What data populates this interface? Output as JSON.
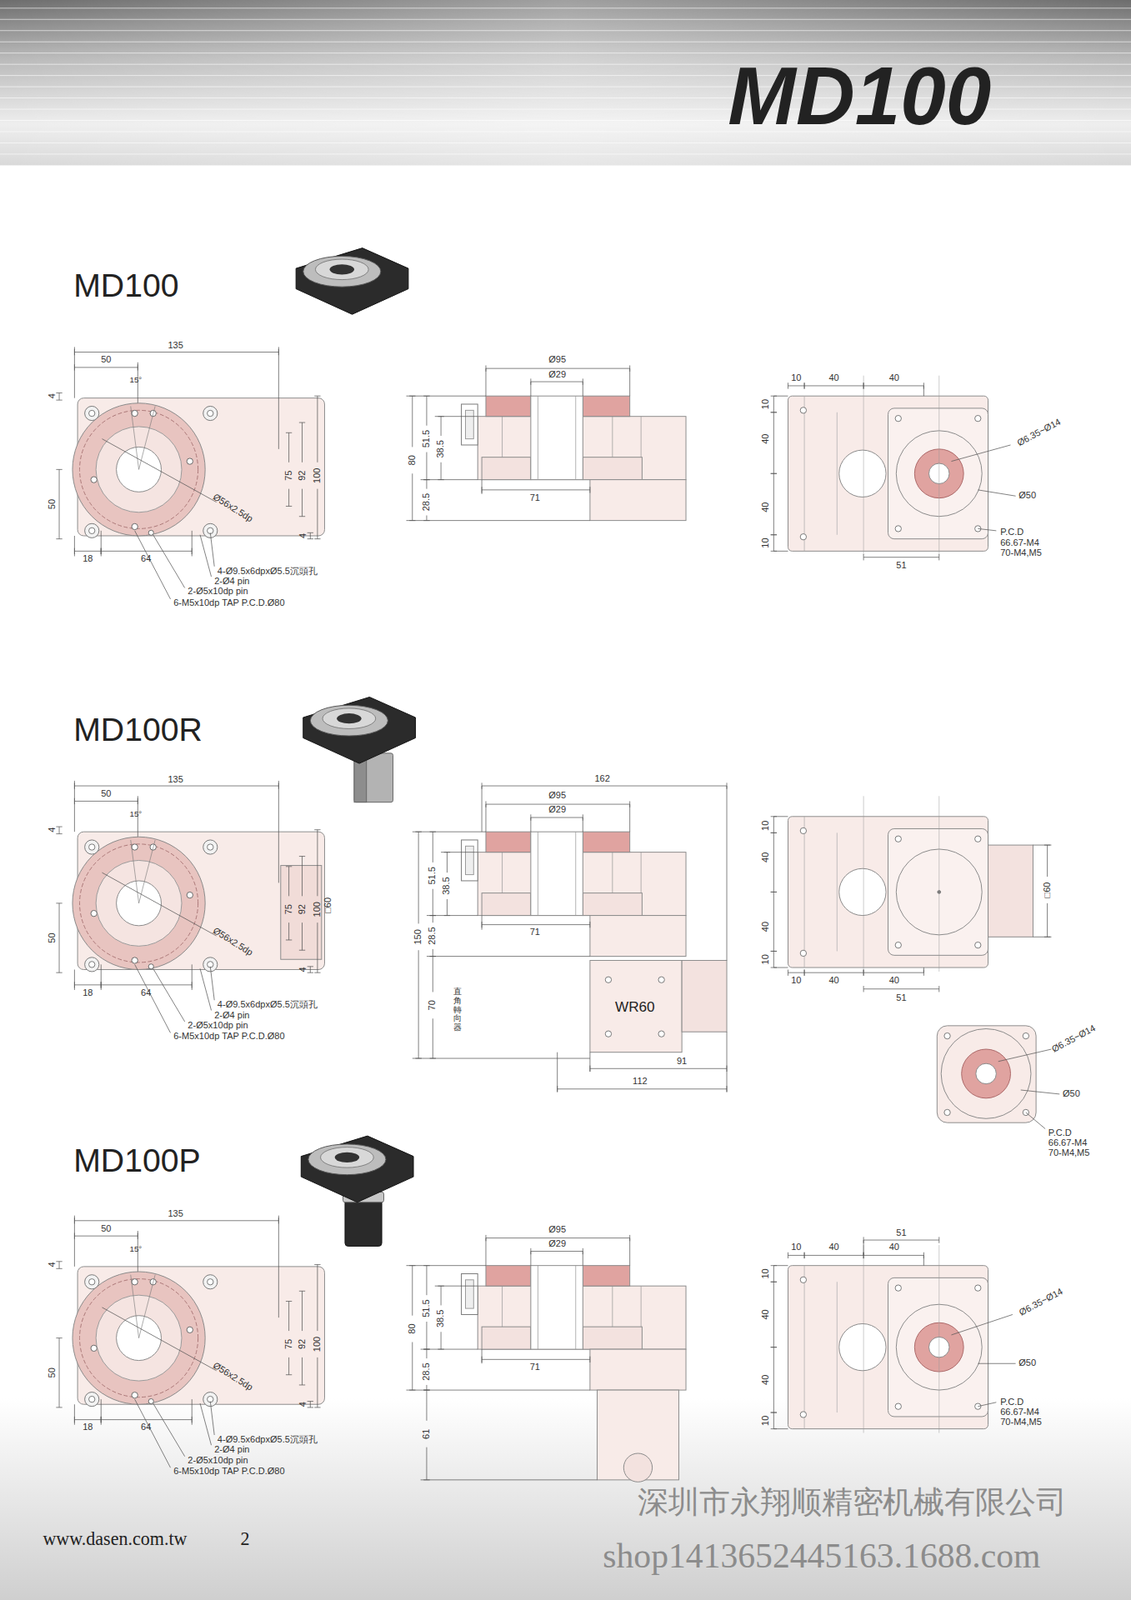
{
  "diagram": {
    "title": "MD100",
    "labels": [
      "MD100",
      "135",
      "50",
      "15°",
      "4",
      "50",
      "4",
      "75",
      "92",
      "100",
      "18",
      "64",
      "Ø56x2.5dp",
      "4-Ø9.5x6dpxØ5.5沉頭孔",
      "2-Ø4 pin",
      "2-Ø5x10dp pin",
      "6-M5x10dp TAP P.C.D.Ø80",
      "Ø95",
      "Ø29",
      "80",
      "51.5",
      "38.5",
      "28.5",
      "71",
      "10",
      "40",
      "40",
      "10",
      "40",
      "40",
      "10",
      "51",
      "Ø6.35~Ø14",
      "Ø50",
      "P.C.D",
      "66.67-M4",
      "70-M4,M5",
      "MD100R",
      "135",
      "50",
      "15°",
      "4",
      "50",
      "4",
      "75",
      "92",
      "100",
      "18",
      "64",
      "Ø56x2.5dp",
      "4-Ø9.5x6dpxØ5.5沉頭孔",
      "2-Ø4 pin",
      "2-Ø5x10dp pin",
      "6-M5x10dp TAP P.C.D.Ø80",
      "□60",
      "162",
      "Ø95",
      "Ø29",
      "150",
      "51.5",
      "38.5",
      "28.5",
      "71",
      "70",
      "直角轉向器",
      "WR60",
      "91",
      "112",
      "10",
      "40",
      "40",
      "10",
      "10",
      "40",
      "40",
      "51",
      "□60",
      "Ø6.35~Ø14",
      "Ø50",
      "P.C.D",
      "66.67-M4",
      "70-M4,M5",
      "MD100P",
      "135",
      "50",
      "15°",
      "4",
      "50",
      "4",
      "75",
      "92",
      "100",
      "18",
      "64",
      "Ø56x2.5dp",
      "4-Ø9.5x6dpxØ5.5沉頭孔",
      "2-Ø4 pin",
      "2-Ø5x10dp pin",
      "6-M5x10dp TAP P.C.D.Ø80",
      "Ø95",
      "Ø29",
      "80",
      "51.5",
      "38.5",
      "28.5",
      "71",
      "61",
      "51",
      "10",
      "40",
      "40",
      "10",
      "40",
      "40",
      "10",
      "Ø6.35~Ø14",
      "Ø50",
      "P.C.D",
      "66.67-M4",
      "70-M4,M5",
      "www.dasen.com.tw",
      "2",
      "深圳市永翔顺精密机械有限公司",
      "shop1413652445163.1688.com"
    ]
  }
}
